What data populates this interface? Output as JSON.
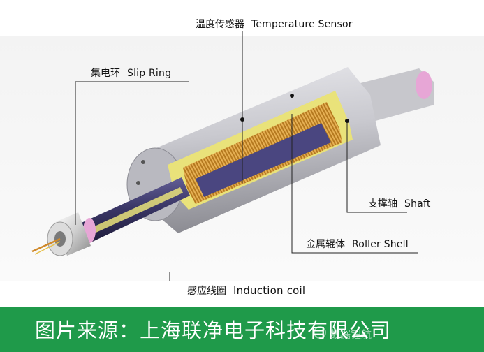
{
  "labels": {
    "temperature_sensor": {
      "zh": "温度传感器",
      "en": "Temperature Sensor"
    },
    "slip_ring": {
      "zh": "集电环",
      "en": "Slip Ring"
    },
    "shaft": {
      "zh": "支撑轴",
      "en": "Shaft"
    },
    "roller_shell": {
      "zh": "金属辊体",
      "en": "Roller Shell"
    },
    "induction_coil": {
      "zh": "感应线圈",
      "en": "Induction coil"
    }
  },
  "footer": {
    "source_text": "图片来源：上海联净电子科技有限公司",
    "watermark": "数据锂航",
    "background_color": "#1f9a4a"
  },
  "colors": {
    "shell": "#c9c9cd",
    "copper_coil": "#c58a2a",
    "yellow_insulation": "#e9e27a",
    "shaft_dark": "#3d3a6e",
    "slip_ring_silver": "#d8d8d8",
    "pink_bearing": "#e7a6d6"
  }
}
